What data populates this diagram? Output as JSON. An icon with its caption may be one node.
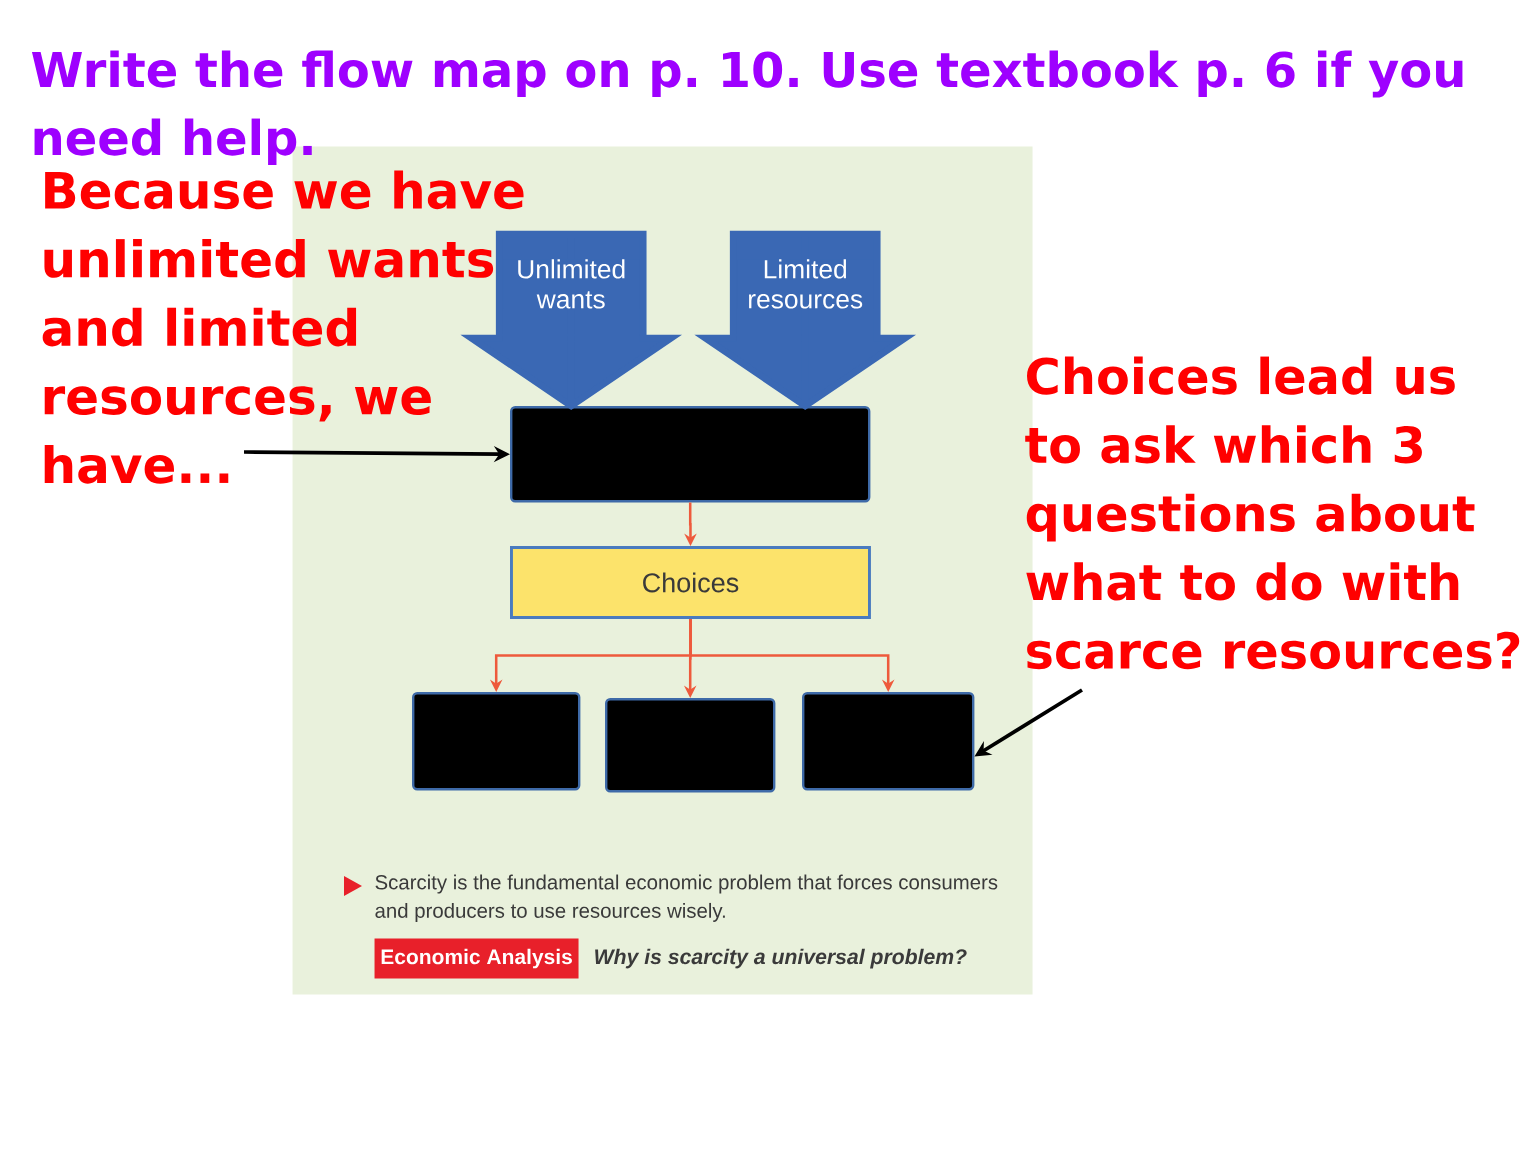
{
  "diagram": {
    "title": "Write the flow map on p. 10. Use textbook p. 6 if you need help.",
    "nodes": [
      {
        "text": [
          "Because we have unlimited wants and limited resources, we have..."
        ]
      },
      {
        "text": [
          "Scarcity is the fundamental economic problem that forces consumers and producers to use resources wisely."
        ]
      },
      {
        "text": [],
        "shape": "box",
        "in": 1
      },
      {
        "text": [
          "Choices"
        ],
        "in": 1
      },
      {
        "text": [],
        "shape": "box",
        "in": 1
      },
      {
        "text": [],
        "shape": "box",
        "in": 1
      },
      {
        "text": [],
        "shape": "box",
        "in": 1
      },
      {
        "text": [
          "Economic Analysis"
        ],
        "beside": [
          "Why is scarcity a universal problem?"
        ],
        "in": 1
      },
      {
        "text": [
          "Choices lead us to ask which 3 questions about what to do with scarce resources?"
        ]
      }
    ],
    "edges": [
      {
        "from": 0,
        "to": 2,
        "arrow": "to",
        "color": "#000000"
      },
      {
        "from": null,
        "to": 2,
        "arrow": "to",
        "label": "Unlimited wants",
        "style": "thick",
        "color": "#3a68b4"
      },
      {
        "from": null,
        "to": 2,
        "arrow": "to",
        "label": "Limited resources",
        "style": "thick",
        "color": "#3a68b4"
      },
      {
        "from": 2,
        "to": 3,
        "arrow": "to"
      },
      {
        "from": 3,
        "to": 4,
        "arrow": "to"
      },
      {
        "from": 3,
        "to": 5,
        "arrow": "to"
      },
      {
        "from": 3,
        "to": 6,
        "arrow": "to"
      },
      {
        "from": 8,
        "to": 6,
        "arrow": "to",
        "color": "#000000"
      }
    ]
  }
}
